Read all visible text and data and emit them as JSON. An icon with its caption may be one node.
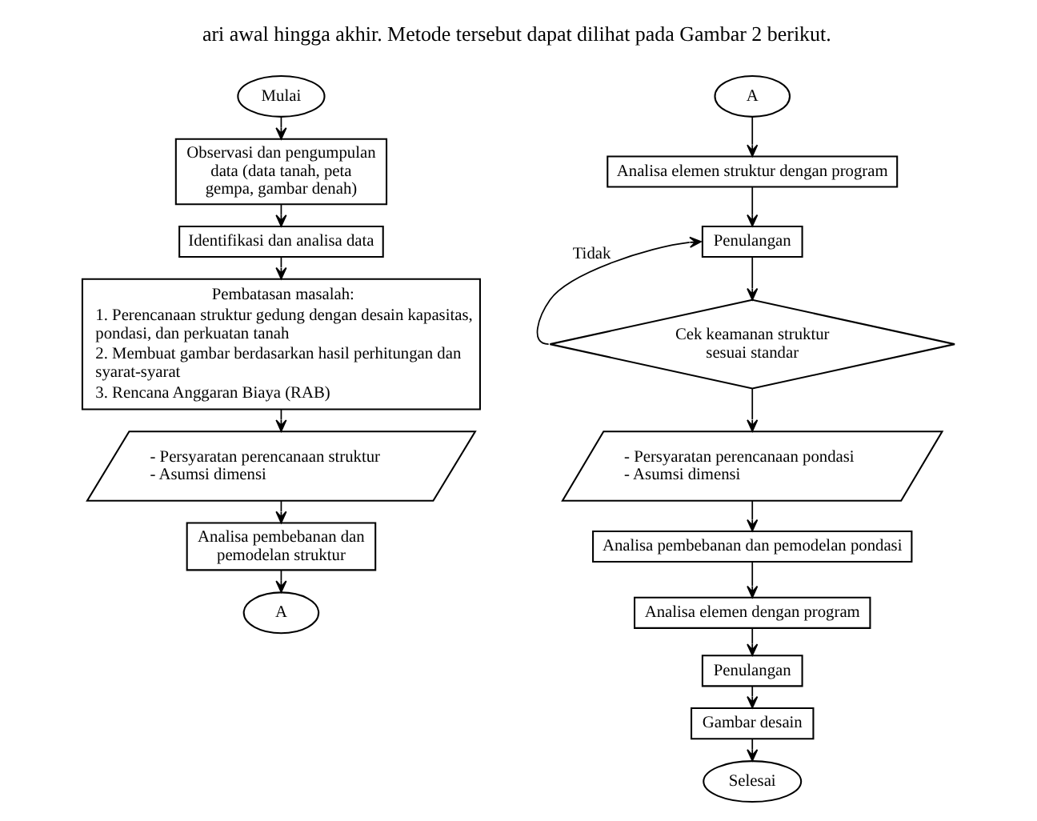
{
  "diagram": {
    "nodes": [
      {
        "text": [
          "Mulai"
        ]
      },
      {
        "text": [
          "Observasi dan pengumpulan data (data tanah, peta gempa, gambar denah)"
        ]
      },
      {
        "text": [
          "Identifikasi dan analisa data"
        ]
      },
      {
        "text": [
          "Pembatasan masalah:",
          "1. Perencanaan struktur gedung dengan desain kapasitas, pondasi, dan perkuatan tanah",
          "2. Membuat gambar berdasarkan hasil perhitungan dan syarat-syarat",
          "3. Rencana Anggaran Biaya (RAB)"
        ]
      },
      {
        "text": [
          "- Persyaratan perencanaan struktur",
          "- Asumsi dimensi"
        ]
      },
      {
        "text": [
          "Analisa pembebanan dan pemodelan struktur"
        ]
      },
      {
        "text": [
          "A"
        ]
      },
      {
        "text": [
          "A"
        ]
      },
      {
        "text": [
          "Analisa elemen struktur dengan program"
        ]
      },
      {
        "text": [
          "Penulangan"
        ]
      },
      {
        "text": [
          "Cek keamanan struktur sesuai standar"
        ]
      },
      {
        "text": [
          "- Persyaratan perencanaan pondasi",
          "- Asumsi dimensi"
        ]
      },
      {
        "text": [
          "Analisa pembebanan dan pemodelan pondasi"
        ]
      },
      {
        "text": [
          "Analisa elemen dengan program"
        ]
      },
      {
        "text": [
          "Penulangan"
        ]
      },
      {
        "text": [
          "Gambar desain"
        ]
      },
      {
        "text": [
          "Selesai"
        ]
      }
    ],
    "edges": [
      {
        "from": 0,
        "to": 1,
        "arrow": "to"
      },
      {
        "from": 1,
        "to": 2,
        "arrow": "to"
      },
      {
        "from": 2,
        "to": 3,
        "arrow": "to"
      },
      {
        "from": 3,
        "to": 4,
        "arrow": "to"
      },
      {
        "from": 4,
        "to": 5,
        "arrow": "to"
      },
      {
        "from": 5,
        "to": 6,
        "arrow": "to"
      },
      {
        "from": 7,
        "to": 8,
        "arrow": "to"
      },
      {
        "from": 8,
        "to": 9,
        "arrow": "to"
      },
      {
        "from": 9,
        "to": 10,
        "arrow": "to"
      },
      {
        "from": 10,
        "to": 9,
        "arrow": "to",
        "label": "Tidak"
      },
      {
        "from": 10,
        "to": 11,
        "arrow": "to"
      },
      {
        "from": 11,
        "to": 12,
        "arrow": "to"
      },
      {
        "from": 12,
        "to": 13,
        "arrow": "to"
      },
      {
        "from": 13,
        "to": 14,
        "arrow": "to"
      },
      {
        "from": 14,
        "to": 15,
        "arrow": "to"
      },
      {
        "from": 15,
        "to": 16,
        "arrow": "to"
      }
    ],
    "labels": [
      "ari awal hingga akhir. Metode tersebut dapat dilihat pada Gambar 2 berikut."
    ]
  }
}
